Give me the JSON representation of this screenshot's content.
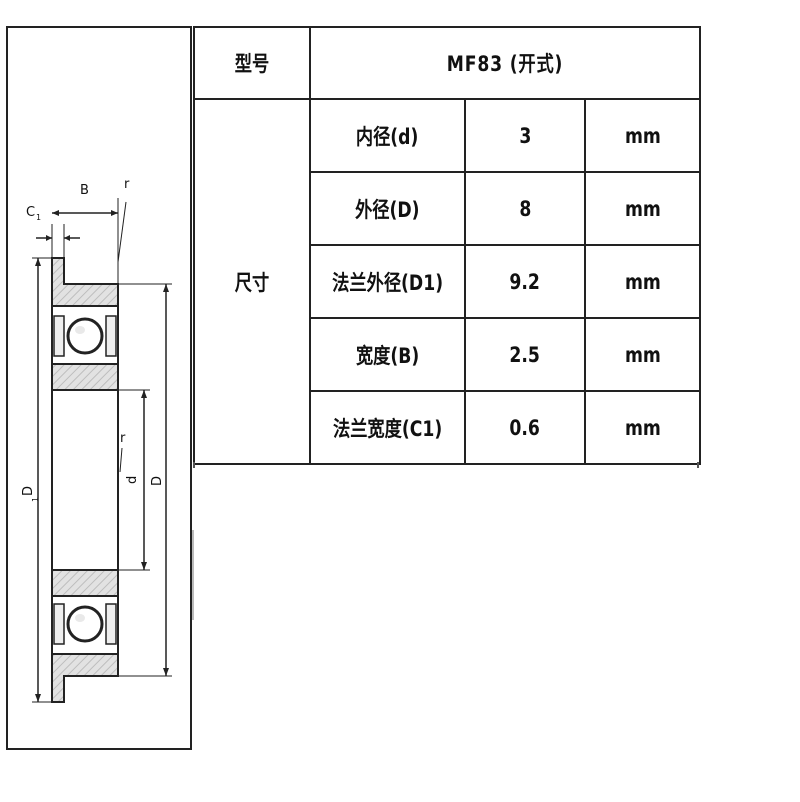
{
  "header": {
    "label_model": "型号",
    "model_value": "MF83 (开式)"
  },
  "dimensions": {
    "group_label": "尺寸",
    "rows": [
      {
        "name": "内径(d)",
        "value": "3",
        "unit": "mm"
      },
      {
        "name": "外径(D)",
        "value": "8",
        "unit": "mm"
      },
      {
        "name": "法兰外径(D1)",
        "value": "9.2",
        "unit": "mm"
      },
      {
        "name": "宽度(B)",
        "value": "2.5",
        "unit": "mm"
      },
      {
        "name": "法兰宽度(C1)",
        "value": "0.6",
        "unit": "mm"
      }
    ]
  },
  "drawing": {
    "label_B": "B",
    "label_C": "C",
    "label_C_sub": "1",
    "label_r_top": "r",
    "label_r_mid": "r",
    "label_D1": "D",
    "label_D1_sub": "1",
    "label_d": "d",
    "label_D": "D"
  },
  "colors": {
    "border": "#222222",
    "hatch": "#cfcfcf"
  }
}
